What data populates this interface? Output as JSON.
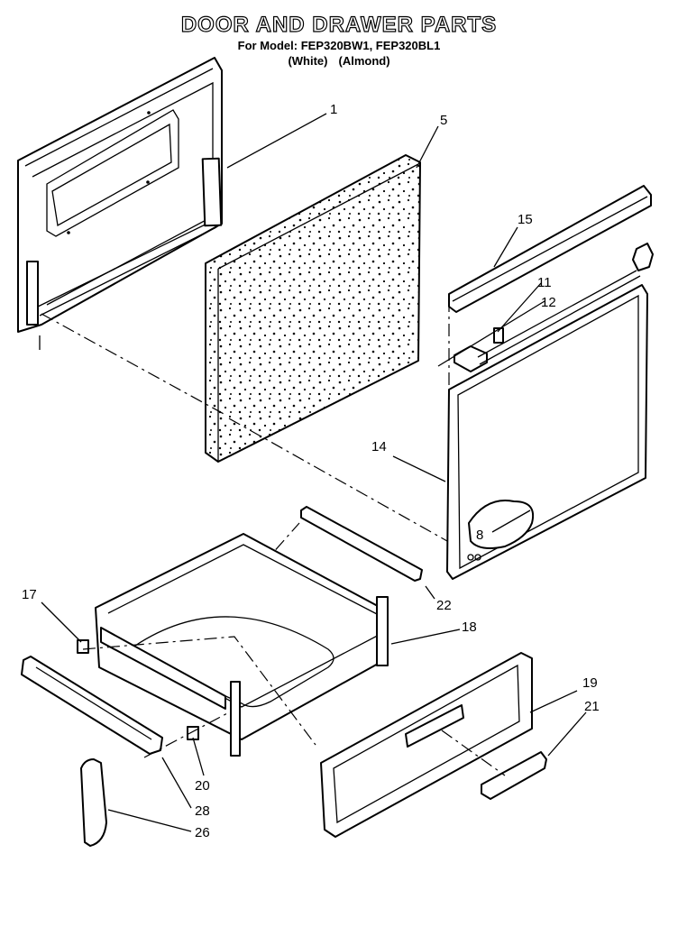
{
  "header": {
    "title": "DOOR AND DRAWER PARTS",
    "model_line": "For Model: FEP320BW1, FEP320BL1",
    "color_white": "(White)",
    "color_almond": "(Almond)"
  },
  "callouts": {
    "p1": "1",
    "p5": "5",
    "p15": "15",
    "p11": "11",
    "p12": "12",
    "p14": "14",
    "p8": "8",
    "p17": "17",
    "p22": "22",
    "p18": "18",
    "p19": "19",
    "p21": "21",
    "p20": "20",
    "p28": "28",
    "p26": "26"
  }
}
